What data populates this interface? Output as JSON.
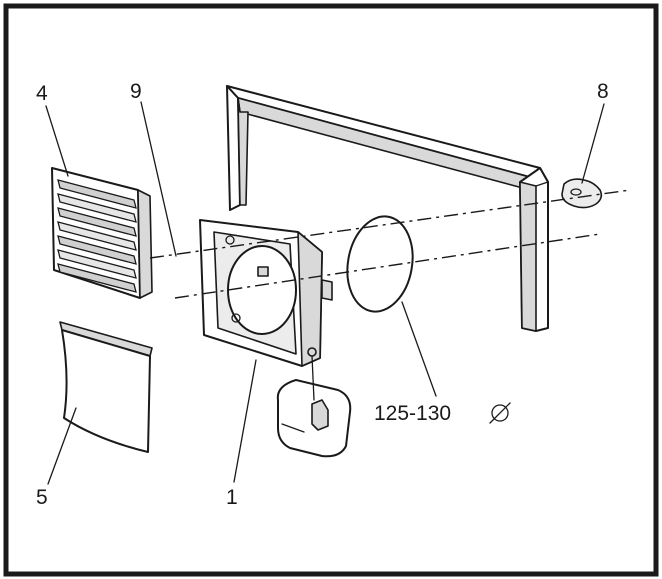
{
  "labels": {
    "part_1": "1",
    "part_4": "4",
    "part_5": "5",
    "part_8": "8",
    "part_9": "9",
    "diameter": "125-130"
  },
  "icons": {
    "diameter_symbol": "diameter-symbol-icon"
  },
  "colors": {
    "line": "#1a1a1a",
    "background": "#ffffff",
    "frame": "#1a1a1a"
  }
}
